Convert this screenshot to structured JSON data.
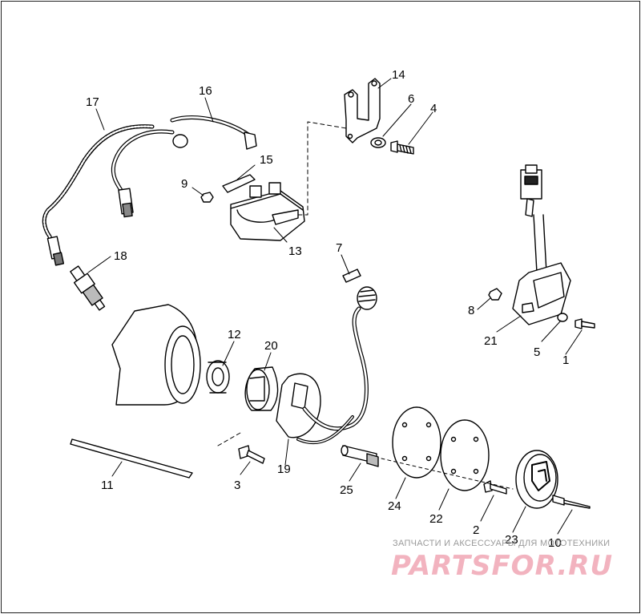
{
  "callouts": [
    {
      "id": "17",
      "text": "17"
    },
    {
      "id": "16",
      "text": "16"
    },
    {
      "id": "14",
      "text": "14"
    },
    {
      "id": "6",
      "text": "6"
    },
    {
      "id": "4",
      "text": "4"
    },
    {
      "id": "15",
      "text": "15"
    },
    {
      "id": "9",
      "text": "9"
    },
    {
      "id": "13",
      "text": "13"
    },
    {
      "id": "18",
      "text": "18"
    },
    {
      "id": "7",
      "text": "7"
    },
    {
      "id": "8",
      "text": "8"
    },
    {
      "id": "21",
      "text": "21"
    },
    {
      "id": "5",
      "text": "5"
    },
    {
      "id": "1",
      "text": "1"
    },
    {
      "id": "12",
      "text": "12"
    },
    {
      "id": "20",
      "text": "20"
    },
    {
      "id": "11",
      "text": "11"
    },
    {
      "id": "3",
      "text": "3"
    },
    {
      "id": "19",
      "text": "19"
    },
    {
      "id": "25",
      "text": "25"
    },
    {
      "id": "24",
      "text": "24"
    },
    {
      "id": "22",
      "text": "22"
    },
    {
      "id": "2",
      "text": "2"
    },
    {
      "id": "23",
      "text": "23"
    },
    {
      "id": "10",
      "text": "10"
    }
  ],
  "watermark": {
    "caption": "ЗАПЧАСТИ И АКСЕССУАРЫ ДЛЯ МОТОТЕХНИКИ",
    "logo": "PARTSFOR.RU",
    "color": "#f2b3bf"
  }
}
